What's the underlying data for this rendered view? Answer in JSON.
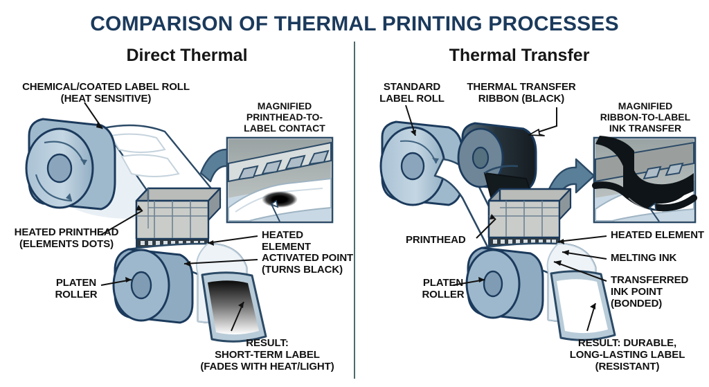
{
  "title": "COMPARISON OF THERMAL PRINTING PROCESSES",
  "colors": {
    "title": "#1b3a5c",
    "outline": "#1b3a5c",
    "roll_face": "#bcd0de",
    "roll_body": "#9fb9cc",
    "hub": "#8ba6bc",
    "printhead_top": "#b9bcb8",
    "printhead_face": "#c9ccc8",
    "printhead_side": "#9aa3a6",
    "ribbon_black": "#141b1f",
    "ribbon_roll": "#3e5462",
    "arrow_blue": "#5a7f99",
    "divider": "#4e6a6a",
    "ink_black": "#000000",
    "label_white": "#ffffff",
    "inset_border": "#2b4a66",
    "inset_sky": "#c3d4e2"
  },
  "panels": [
    {
      "id": "direct-thermal",
      "heading": "Direct Thermal",
      "labels": [
        {
          "name": "label-roll",
          "text": "CHEMICAL/COATED LABEL ROLL\n(HEAT SENSITIVE)"
        },
        {
          "name": "printhead",
          "text": "HEATED PRINTHEAD\n(ELEMENTS DOTS)"
        },
        {
          "name": "platen-roller",
          "text": "PLATEN\nROLLER"
        },
        {
          "name": "heated-element",
          "text": "HEATED ELEMENT"
        },
        {
          "name": "activated-point",
          "text": "ACTIVATED POINT\n(TURNS BLACK)"
        },
        {
          "name": "result",
          "text": "RESULT:\nSHORT-TERM LABEL\n(FADES WITH HEAT/LIGHT)"
        }
      ],
      "inset_caption": "MAGNIFIED\nPRINTHEAD-TO-\nLABEL CONTACT"
    },
    {
      "id": "thermal-transfer",
      "heading": "Thermal Transfer",
      "labels": [
        {
          "name": "label-roll",
          "text": "STANDARD\nLABEL ROLL"
        },
        {
          "name": "ribbon",
          "text": "THERMAL TRANSFER\nRIBBON (BLACK)"
        },
        {
          "name": "printhead",
          "text": "PRINTHEAD"
        },
        {
          "name": "platen-roller",
          "text": "PLATEN\nROLLER"
        },
        {
          "name": "heated-element",
          "text": "HEATED ELEMENT"
        },
        {
          "name": "melting-ink",
          "text": "MELTING INK"
        },
        {
          "name": "transferred-ink",
          "text": "TRANSFERRED\nINK POINT\n(BONDED)"
        },
        {
          "name": "result",
          "text": "RESULT: DURABLE,\nLONG-LASTING LABEL\n(RESISTANT)"
        }
      ],
      "inset_caption": "MAGNIFIED\nRIBBON-TO-LABEL\nINK TRANSFER"
    }
  ]
}
